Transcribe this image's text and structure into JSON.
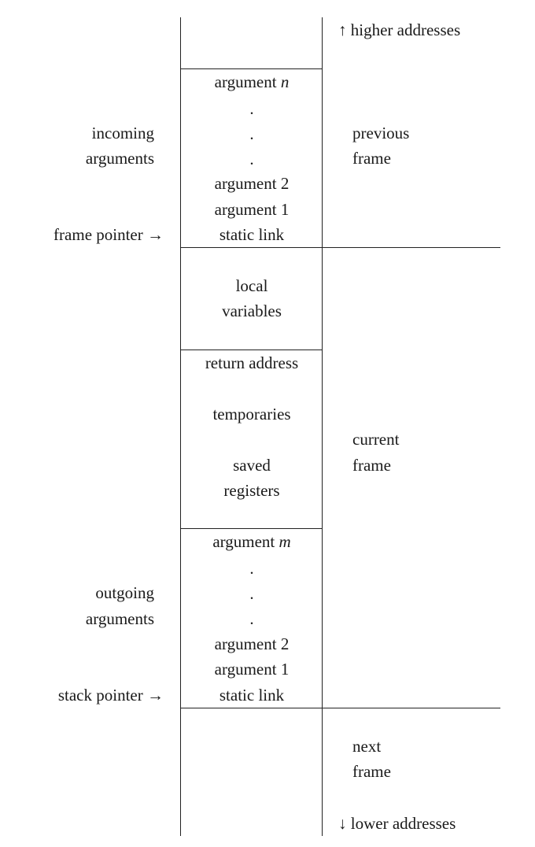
{
  "addresses": {
    "higher": "↑ higher addresses",
    "lower": "↓ lower addresses"
  },
  "incoming_block": {
    "argument_n_prefix": "argument ",
    "argument_n_var": "n",
    "dot": ".",
    "argument_2": "argument 2",
    "argument_1": "argument 1",
    "static_link": "static link"
  },
  "locals_block": {
    "line1": "local",
    "line2": "variables"
  },
  "saved_block": {
    "return_address": "return address",
    "temporaries": "temporaries",
    "saved_line1": "saved",
    "saved_line2": "registers"
  },
  "outgoing_block": {
    "argument_m_prefix": "argument ",
    "argument_m_var": "m",
    "dot": ".",
    "argument_2": "argument 2",
    "argument_1": "argument 1",
    "static_link": "static link"
  },
  "left_labels": {
    "incoming_line1": "incoming",
    "incoming_line2": "arguments",
    "frame_pointer": "frame pointer →",
    "outgoing_line1": "outgoing",
    "outgoing_line2": "arguments",
    "stack_pointer": "stack pointer →"
  },
  "frames": {
    "previous_line1": "previous",
    "previous_line2": "frame",
    "current_line1": "current",
    "current_line2": "frame",
    "next_line1": "next",
    "next_line2": "frame"
  }
}
